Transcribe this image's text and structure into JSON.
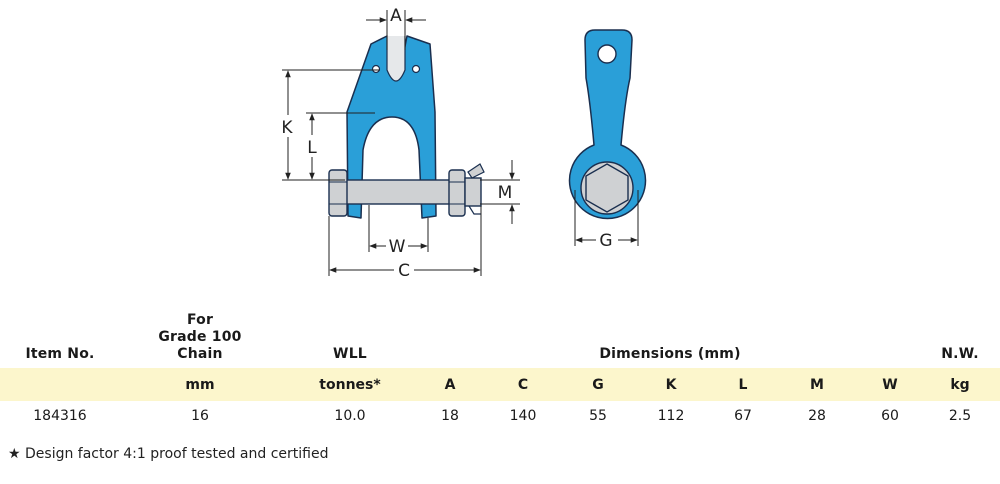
{
  "diagram": {
    "dimension_letters": {
      "A": "A",
      "K": "K",
      "L": "L",
      "M": "M",
      "W": "W",
      "C": "C",
      "G": "G"
    }
  },
  "table": {
    "headers": {
      "item_no": "Item No.",
      "grade_line1": "For",
      "grade_line2": "Grade 100",
      "grade_line3": "Chain",
      "wll": "WLL",
      "dimensions": "Dimensions (mm)",
      "nw": "N.W."
    },
    "units": {
      "grade": "mm",
      "wll": "tonnes*",
      "A": "A",
      "C": "C",
      "G": "G",
      "K": "K",
      "L": "L",
      "M": "M",
      "W": "W",
      "nw": "kg"
    },
    "row": {
      "item_no": "184316",
      "grade": "16",
      "wll": "10.0",
      "A": "18",
      "C": "140",
      "G": "55",
      "K": "112",
      "L": "67",
      "M": "28",
      "W": "60",
      "nw": "2.5"
    }
  },
  "footnote": "★ Design factor 4:1 proof tested and certified",
  "colors": {
    "body": "#2a9fd8",
    "outline": "#1a2f4f",
    "pin": "#cfd1d3",
    "band": "#fcf6cc"
  }
}
